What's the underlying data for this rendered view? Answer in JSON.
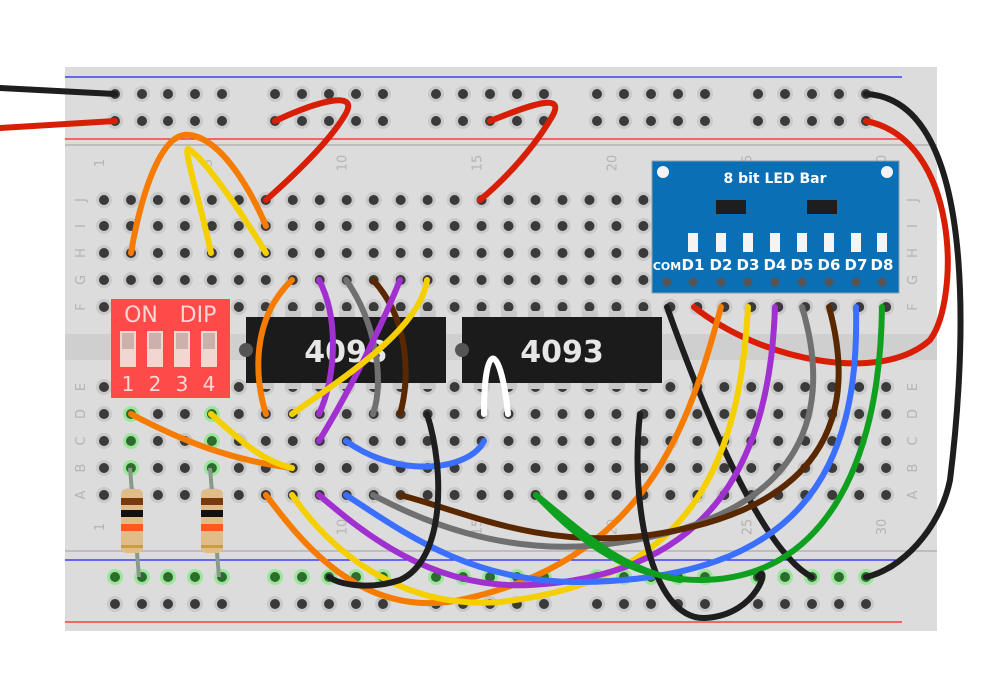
{
  "breadboard": {
    "columns": 30,
    "row_labels_top": [
      "J",
      "I",
      "H",
      "G",
      "F"
    ],
    "row_labels_bottom": [
      "E",
      "D",
      "C",
      "B",
      "A"
    ],
    "column_number_labels": [
      "1",
      "5",
      "10",
      "15",
      "20",
      "25",
      "30"
    ],
    "colors": {
      "board": "#dcdcdc",
      "hole": "#3a3a3a",
      "rail_blue": "#1f1fff",
      "rail_red": "#ff2020",
      "active_hole": "#7fdc7f"
    }
  },
  "components": {
    "dip_switch": {
      "top_label_left": "ON",
      "top_label_right": "DIP",
      "switch_numbers": [
        "1",
        "2",
        "3",
        "4"
      ],
      "color": "#ff4a4a"
    },
    "chip_1": {
      "label": "4093",
      "visible_label": "409",
      "color": "#1b1b1b"
    },
    "chip_2": {
      "label": "4093",
      "color": "#1b1b1b"
    },
    "led_bar_module": {
      "title": "8 bit LED Bar",
      "pin_labels": [
        "COM",
        "D1",
        "D2",
        "D3",
        "D4",
        "D5",
        "D6",
        "D7",
        "D8"
      ],
      "color": "#0a6fb5"
    },
    "resistors": [
      {
        "name": "resistor-1",
        "bands": [
          "#7a3a10",
          "#111111",
          "#ff5a1a",
          "#c8a040"
        ]
      },
      {
        "name": "resistor-2",
        "bands": [
          "#7a3a10",
          "#111111",
          "#ff5a1a",
          "#c8a040"
        ]
      }
    ]
  },
  "wires": [
    {
      "name": "wire-power-black-in",
      "color": "#1e1e1e"
    },
    {
      "name": "wire-power-red-in",
      "color": "#d81e05"
    },
    {
      "name": "wire-red-rail-to-j7",
      "color": "#d81e05"
    },
    {
      "name": "wire-red-rail-to-j15",
      "color": "#d81e05"
    },
    {
      "name": "wire-orange-h2-h7",
      "color": "#f57c00"
    },
    {
      "name": "wire-yellow-h5-h7",
      "color": "#f5d000"
    },
    {
      "name": "wire-black-rail-right",
      "color": "#1e1e1e"
    },
    {
      "name": "wire-red-rail-right",
      "color": "#d81e05"
    },
    {
      "name": "wire-led-orange",
      "color": "#f57c00"
    },
    {
      "name": "wire-led-yellow",
      "color": "#f5d000"
    },
    {
      "name": "wire-led-purple",
      "color": "#a030d0"
    },
    {
      "name": "wire-led-gray",
      "color": "#707070"
    },
    {
      "name": "wire-led-brown",
      "color": "#5a2800"
    },
    {
      "name": "wire-led-blue",
      "color": "#3a6fff"
    },
    {
      "name": "wire-led-green",
      "color": "#10a020"
    },
    {
      "name": "wire-led-com-black",
      "color": "#1e1e1e"
    },
    {
      "name": "wire-white-jumper",
      "color": "#ffffff"
    }
  ]
}
